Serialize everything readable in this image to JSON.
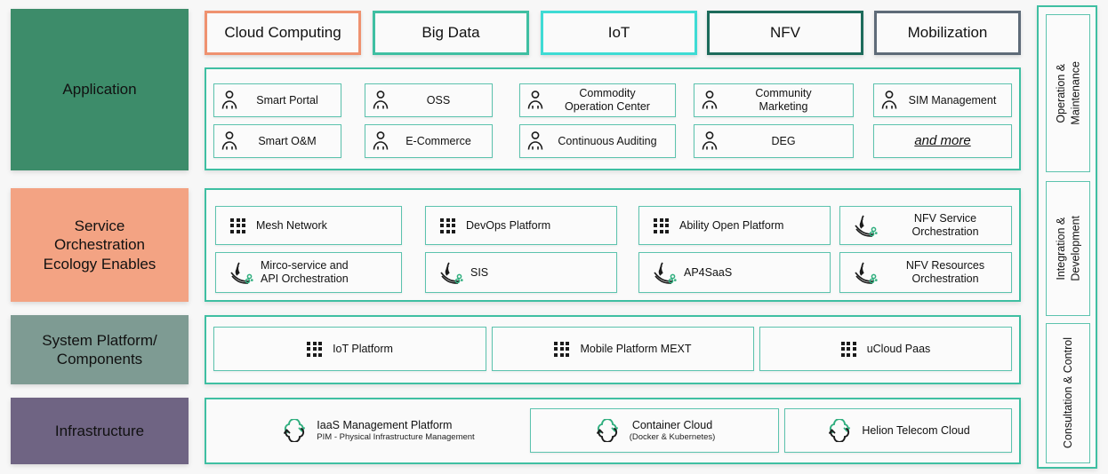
{
  "layers": [
    {
      "id": "application",
      "label": "Application",
      "color": "#3d8c6a"
    },
    {
      "id": "service-orchestration",
      "label": "Service\nOrchestration\nEcology Enables",
      "color": "#f3a383"
    },
    {
      "id": "system-platform",
      "label": "System Platform/\nComponents",
      "color": "#7e9b93"
    },
    {
      "id": "infrastructure",
      "label": "Infrastructure",
      "color": "#6f6483"
    }
  ],
  "categories": [
    {
      "label": "Cloud Computing",
      "border": "#ef9270"
    },
    {
      "label": "Big Data",
      "border": "#3fbfa2"
    },
    {
      "label": "IoT",
      "border": "#3edbd4"
    },
    {
      "label": "NFV",
      "border": "#1d6b5b"
    },
    {
      "label": "Mobilization",
      "border": "#5e6b78"
    }
  ],
  "application_items": [
    {
      "label": "Smart Portal",
      "icon": "person-icon"
    },
    {
      "label": "OSS",
      "icon": "person-icon"
    },
    {
      "label": "Commodity\nOperation Center",
      "icon": "person-icon"
    },
    {
      "label": "Community\nMarketing",
      "icon": "person-icon"
    },
    {
      "label": "SIM Management",
      "icon": "person-icon"
    },
    {
      "label": "Smart O&M",
      "icon": "person-icon"
    },
    {
      "label": "E-Commerce",
      "icon": "person-icon"
    },
    {
      "label": "Continuous Auditing",
      "icon": "person-icon"
    },
    {
      "label": "DEG",
      "icon": "person-icon"
    },
    {
      "label": "and more",
      "icon": "none"
    }
  ],
  "service_items": [
    {
      "label": "Mesh Network",
      "icon": "dot-grid-icon"
    },
    {
      "label": "DevOps Platform",
      "icon": "dot-grid-icon"
    },
    {
      "label": "Ability Open Platform",
      "icon": "dot-grid-icon"
    },
    {
      "label": "NFV Service\nOrchestration",
      "icon": "orchestration-icon"
    },
    {
      "label": "Mirco-service and\nAPI Orchestration",
      "icon": "orchestration-icon"
    },
    {
      "label": "SIS",
      "icon": "orchestration-icon"
    },
    {
      "label": "AP4SaaS",
      "icon": "orchestration-icon"
    },
    {
      "label": "NFV Resources\nOrchestration",
      "icon": "orchestration-icon"
    }
  ],
  "platform_items": [
    {
      "label": "IoT Platform",
      "icon": "dot-grid-icon"
    },
    {
      "label": "Mobile Platform MEXT",
      "icon": "dot-grid-icon"
    },
    {
      "label": "uCloud Paas",
      "icon": "dot-grid-icon"
    }
  ],
  "infrastructure_items": [
    {
      "label": "IaaS Management Platform",
      "sublabel": "PIM - Physical Infrastructure Management",
      "icon": "cloud-cycle-icon",
      "bordered": false
    },
    {
      "label": "Container Cloud",
      "sublabel": "(Docker & Kubernetes)",
      "icon": "cloud-cycle-icon",
      "bordered": true
    },
    {
      "label": "Helion Telecom Cloud",
      "sublabel": "",
      "icon": "cloud-cycle-icon",
      "bordered": true
    }
  ],
  "sidebar": {
    "items": [
      {
        "label": "Operation &\nMaintenance"
      },
      {
        "label": "Integration &\nDevelopment"
      },
      {
        "label": "Consultation & Control"
      }
    ]
  },
  "colors": {
    "teal_border": "#3fbfa2",
    "card_border": "#5cc3ae",
    "icon_green": "#2fae7e",
    "icon_dark": "#1b1b1b",
    "panel_bg": "#fafafa"
  }
}
